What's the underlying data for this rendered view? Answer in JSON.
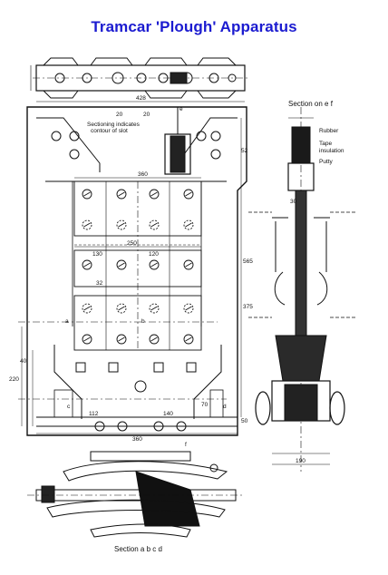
{
  "page": {
    "title": "Tramcar 'Plough' Apparatus",
    "title_color": "#1b1bd0"
  },
  "drawing": {
    "labels": {
      "section_ef": "Section on e f",
      "rubber": "Rubber",
      "tape": "Tape",
      "insulation": "insulation",
      "putty": "Putty",
      "sectioning_1": "Sectioning indicates",
      "sectioning_2": "contour of slot",
      "section_abcd": "Section a b c d",
      "a": "a",
      "b": "b",
      "c": "c",
      "d": "d",
      "e": "e",
      "f": "f"
    },
    "dimensions": {
      "d428": "428",
      "d20a": "20",
      "d20b": "20",
      "d360": "360",
      "d250": "250",
      "d565": "565",
      "d375": "375",
      "d220": "220",
      "d360b": "360",
      "d190": "190",
      "d52": "52",
      "d30": "30",
      "d50": "50",
      "d130": "130",
      "d120": "120",
      "d32": "32",
      "d40": "40",
      "d112": "112",
      "d140": "140",
      "d70": "70"
    }
  }
}
